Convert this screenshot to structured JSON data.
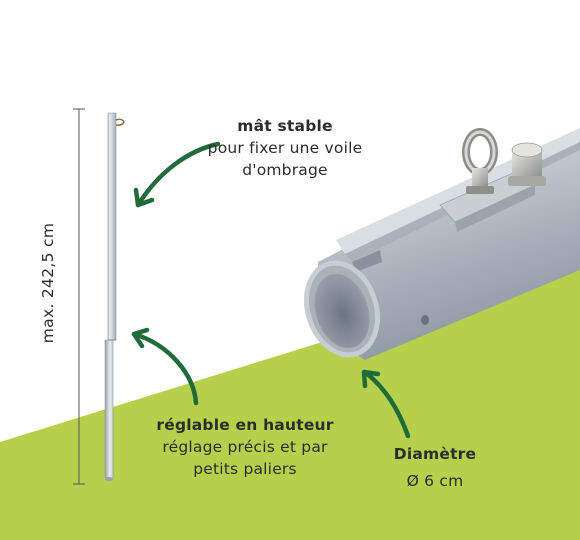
{
  "colors": {
    "green_band": "#b7d04c",
    "arrow": "#1f6b3a",
    "text": "#2c2c2c",
    "aluminium": "#b9c1c9"
  },
  "labels": {
    "dimension": "max. 242,5 cm",
    "mast": {
      "title": "mât stable",
      "line1": "pour fixer une voile",
      "line2": "d'ombrage"
    },
    "adjust": {
      "title": "réglable en hauteur",
      "line1": "réglage précis et par",
      "line2": "petits paliers"
    },
    "diameter": {
      "title": "Diamètre",
      "value": "Ø 6 cm"
    }
  }
}
